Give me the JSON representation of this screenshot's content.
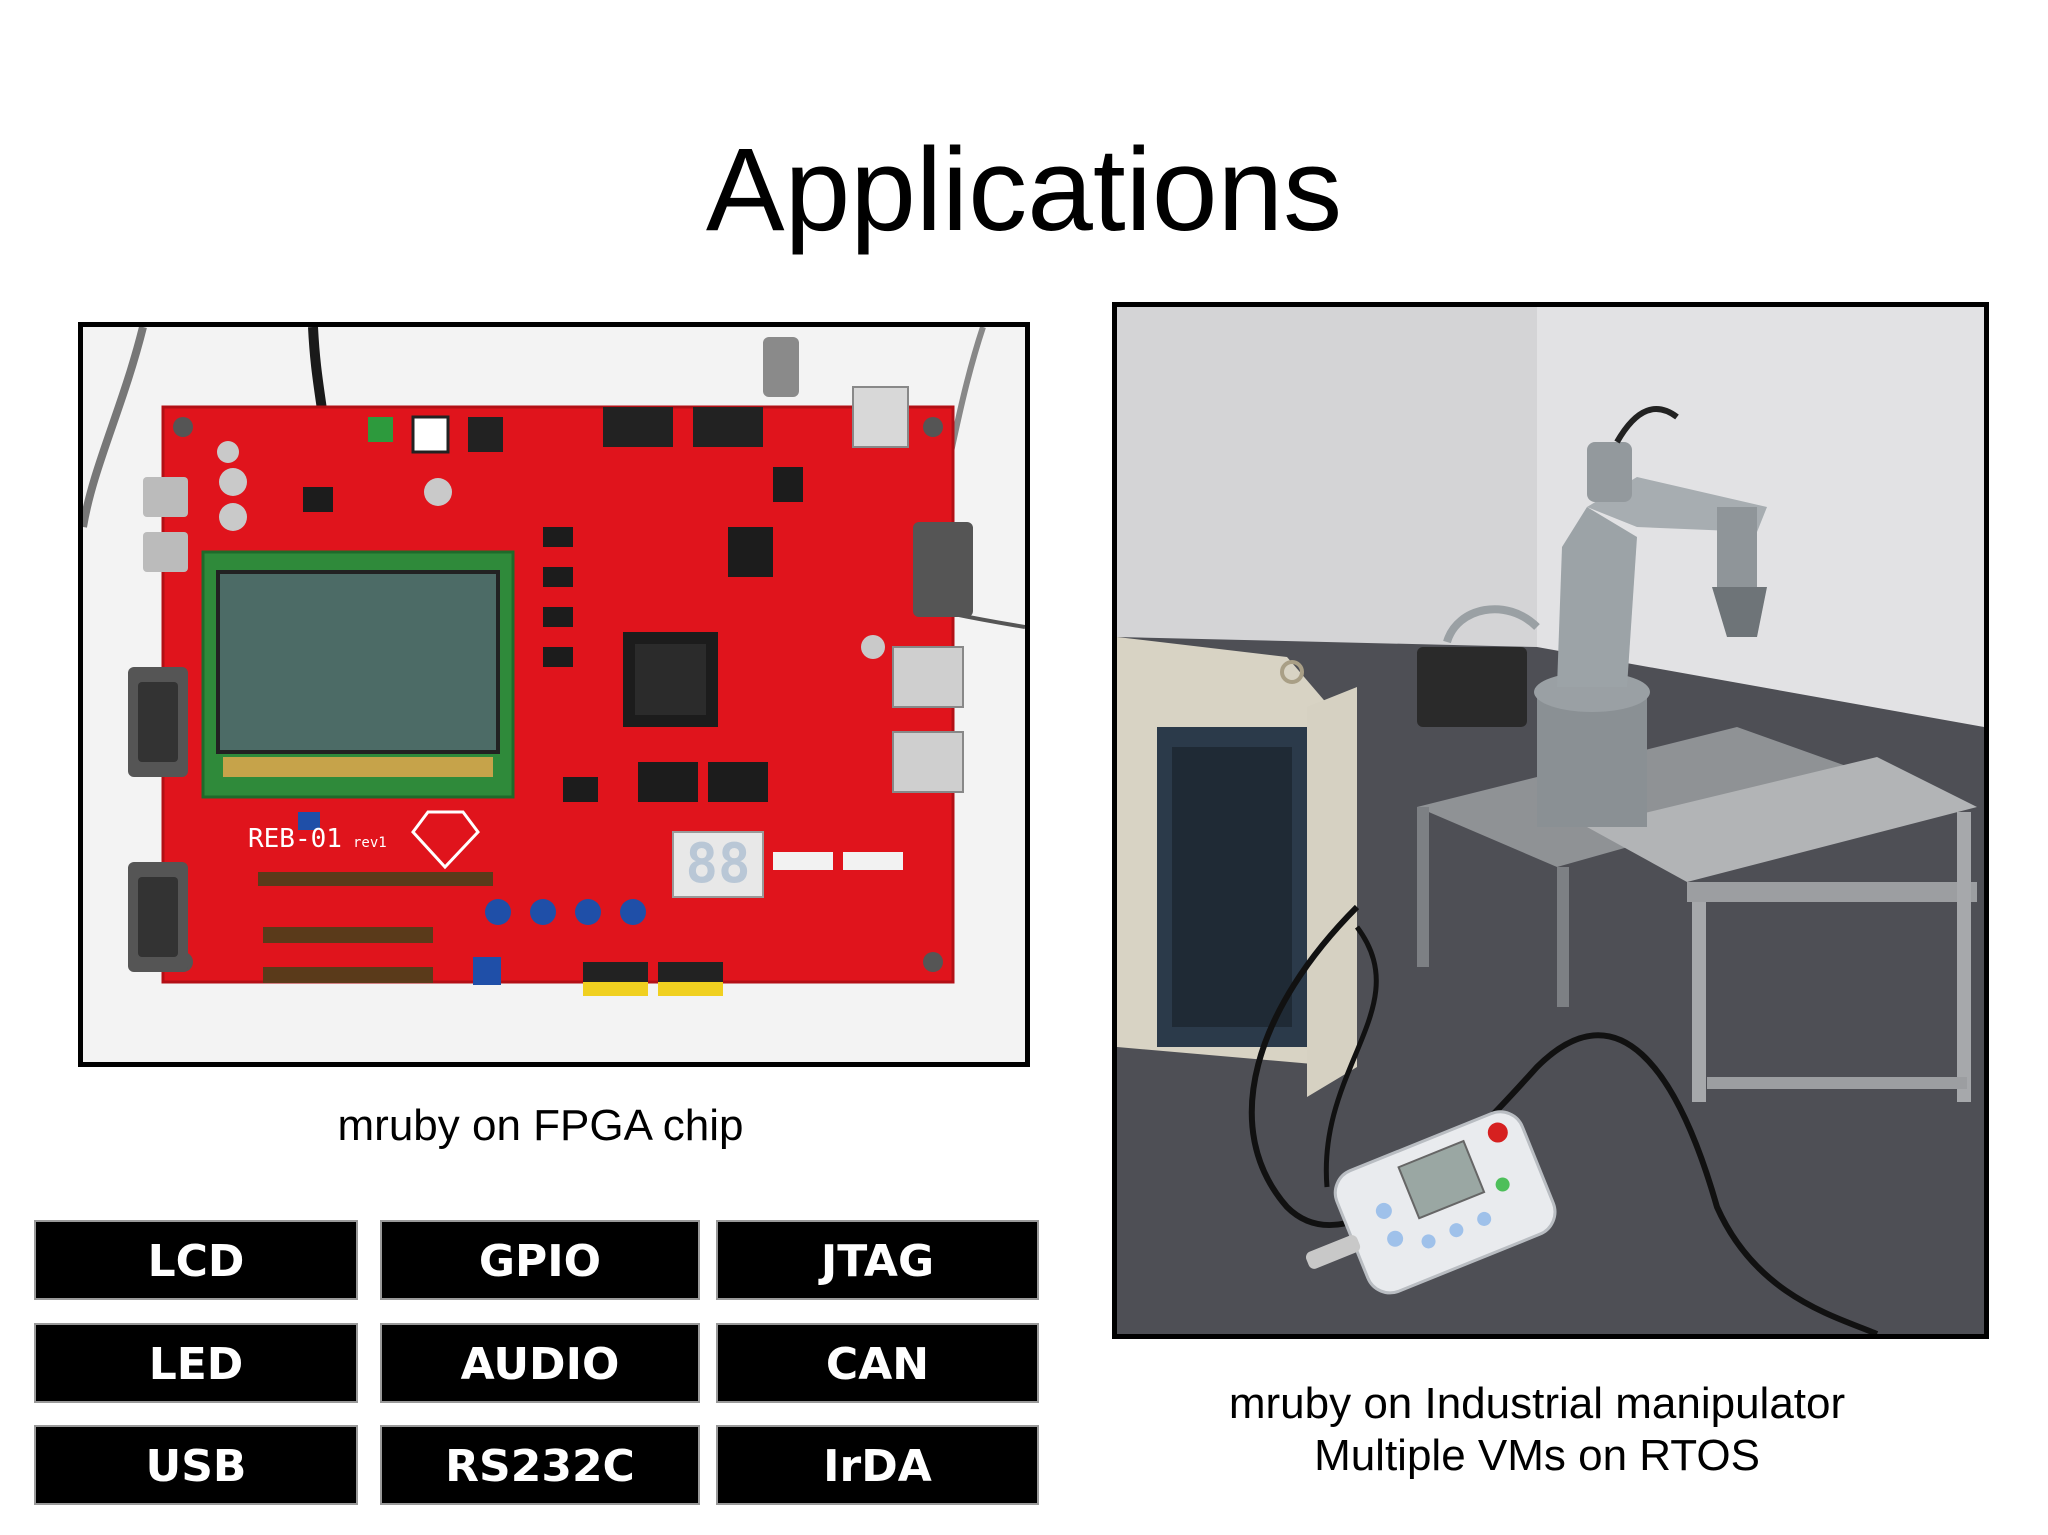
{
  "slide": {
    "title": "Applications"
  },
  "fpga": {
    "caption": "mruby on FPGA chip",
    "board_label": "REB-01",
    "board_rev": "rev1",
    "segment_display": "88"
  },
  "robot": {
    "caption_lines": [
      "mruby on Industrial manipulator",
      "Multiple VMs on RTOS"
    ]
  },
  "interfaces": {
    "rows": [
      [
        "LCD",
        "GPIO",
        "JTAG"
      ],
      [
        "LED",
        "AUDIO",
        "CAN"
      ],
      [
        "USB",
        "RS232C",
        "IrDA"
      ]
    ]
  },
  "colors": {
    "board_red": "#e0141c",
    "lcd_green": "#2f8a3a",
    "lcd_screen": "#4c6b66",
    "tag_background": "#000000",
    "tag_text": "#ffffff"
  }
}
